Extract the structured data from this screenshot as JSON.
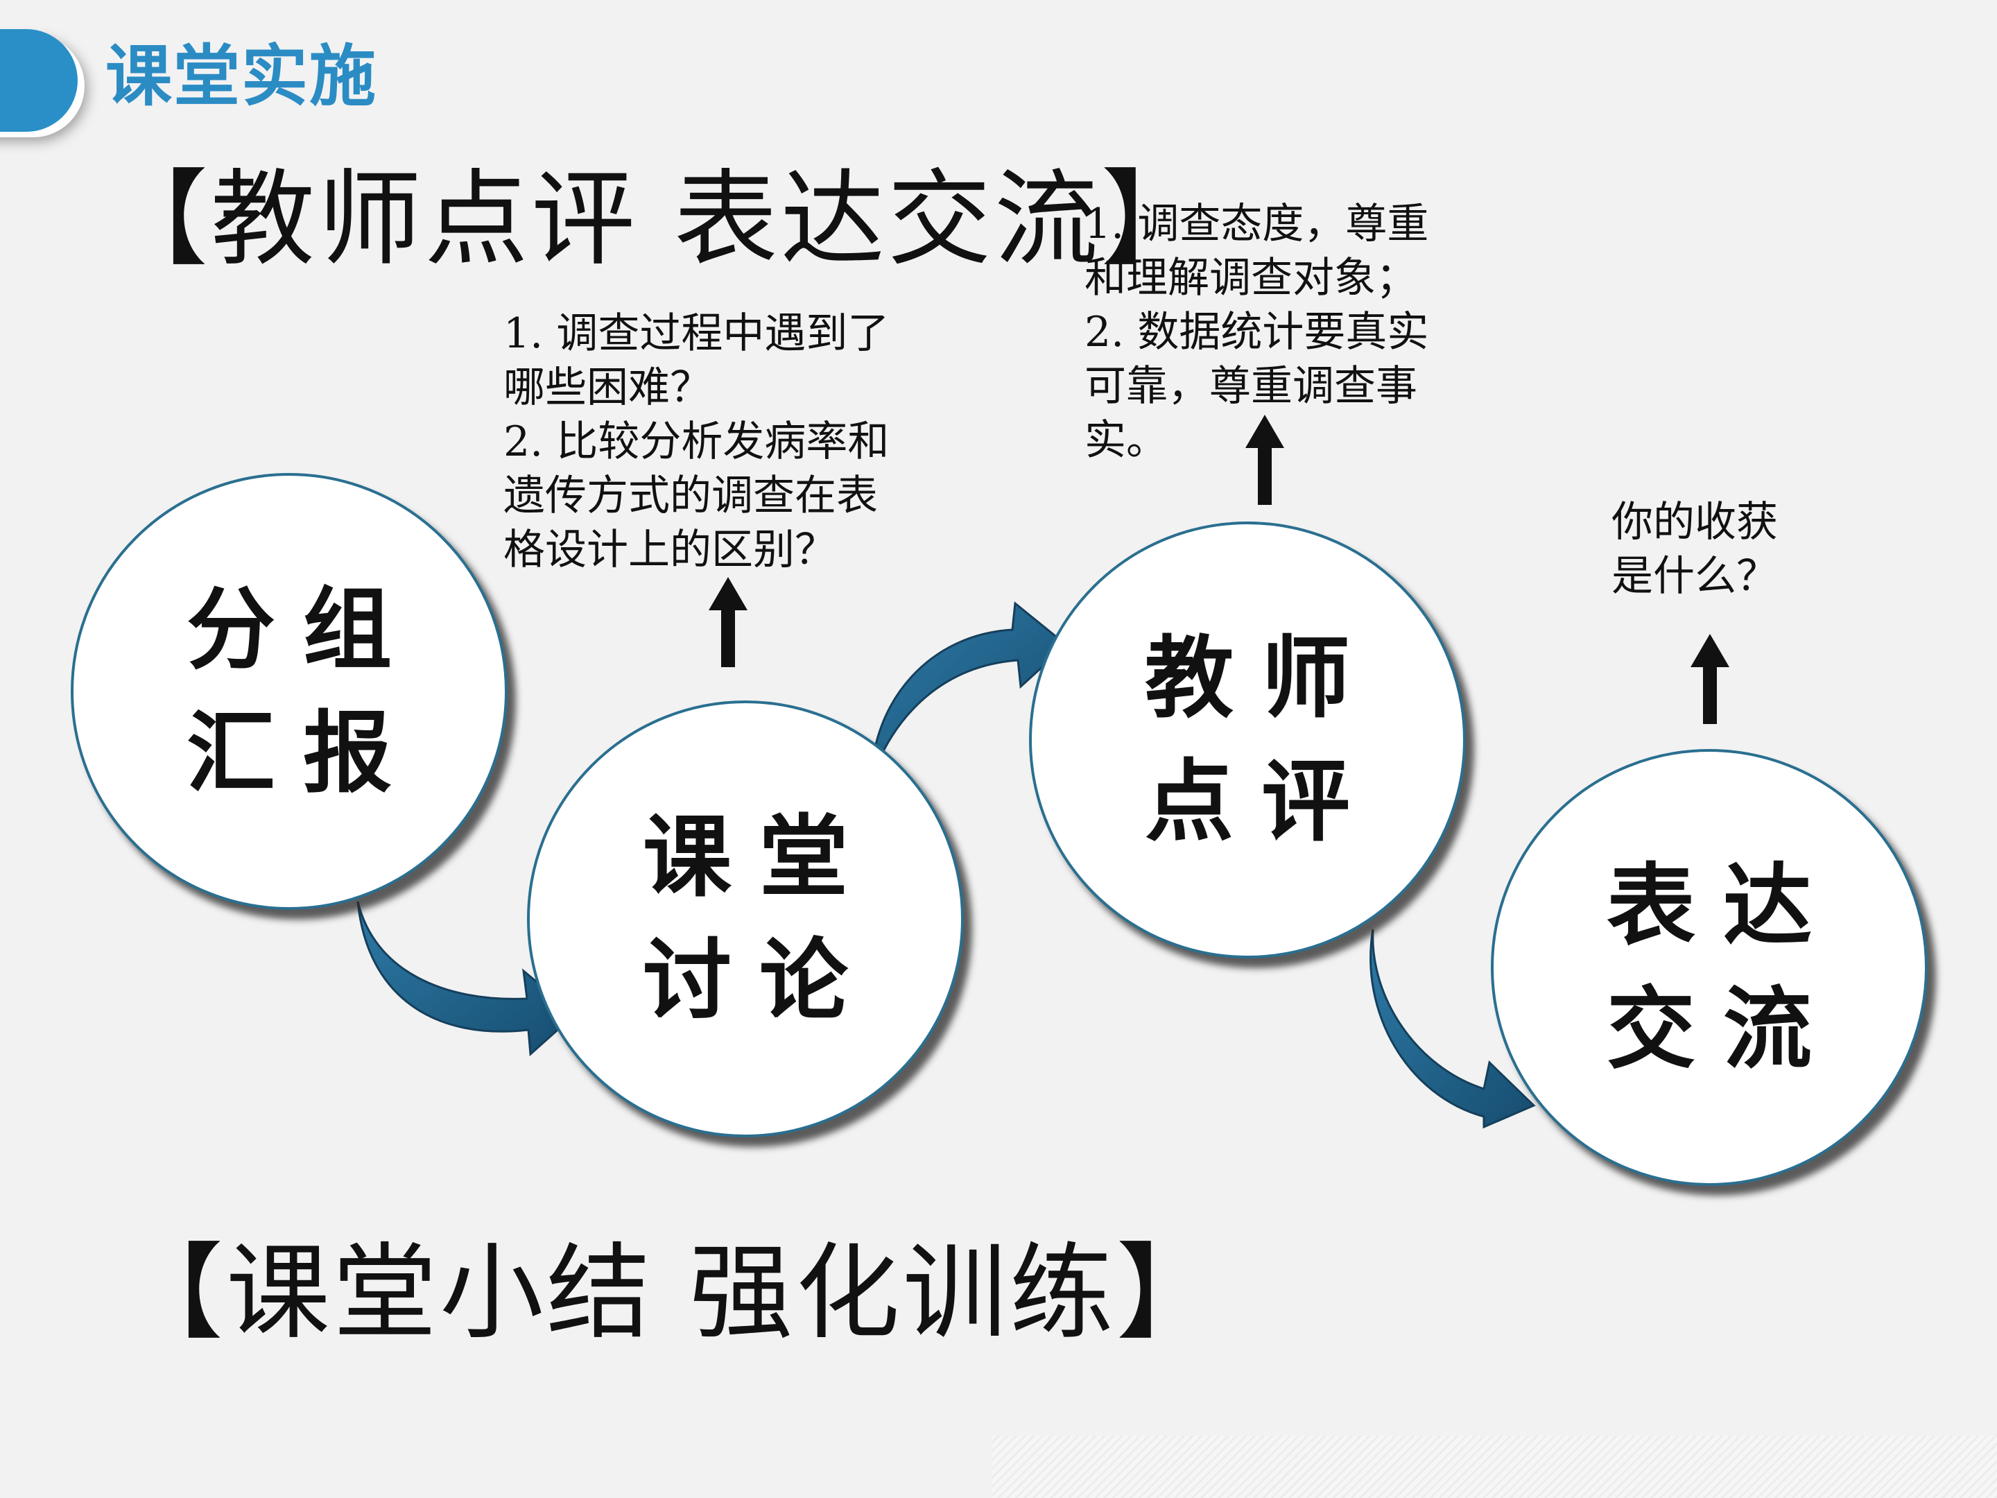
{
  "header": {
    "title": "课堂实施",
    "accent_color": "#2a8fc7"
  },
  "section_top": {
    "title": "【教师点评  表达交流】"
  },
  "section_bottom": {
    "title": "【课堂小结  强化训练】"
  },
  "notes": {
    "discussion": [
      "1. 调查过程中遇到了",
      "哪些困难？",
      "2. 比较分析发病率和",
      "遗传方式的调查在表",
      "格设计上的区别？"
    ],
    "evaluation": [
      "1. 调查态度，尊重",
      "和理解调查对象；",
      "2. 数据统计要真实",
      "可靠，尊重调查事",
      "实。"
    ],
    "harvest": [
      "你的收获",
      "是什么？"
    ]
  },
  "steps": [
    {
      "lines": [
        "分组",
        "汇报"
      ]
    },
    {
      "lines": [
        "课堂",
        "讨论"
      ]
    },
    {
      "lines": [
        "教师",
        "点评"
      ]
    },
    {
      "lines": [
        "表达",
        "交流"
      ]
    }
  ],
  "icons": {
    "up_arrow": "up-arrow-icon",
    "flow_arrow": "curved-arrow-icon"
  },
  "colors": {
    "flow_arrow": "#1f5f86",
    "circle_border": "#2a6f90",
    "background": "#f2f2f2"
  }
}
